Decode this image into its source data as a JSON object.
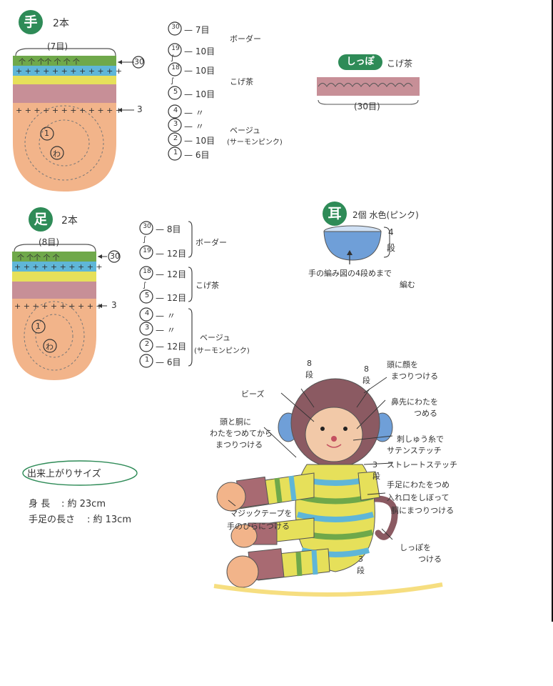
{
  "hand": {
    "badge": "手",
    "count": "2本",
    "top_stitches": "(7目)",
    "row_marker_top": "30",
    "row_marker_mid": "3",
    "center_1": "1",
    "center_wa": "わ",
    "rows": [
      {
        "num": "30",
        "text": "— 7目"
      },
      {
        "num": "19",
        "text": "— 10目"
      },
      {
        "num": "18",
        "text": "— 10目"
      },
      {
        "num": "5",
        "text": "— 10目"
      },
      {
        "num": "4",
        "text": "— 〃"
      },
      {
        "num": "3",
        "text": "— 〃"
      },
      {
        "num": "2",
        "text": "— 10目"
      },
      {
        "num": "1",
        "text": "— 6目"
      }
    ],
    "groups": [
      "ボーダー",
      "こげ茶",
      "ベージュ",
      "(サーモンピンク)"
    ]
  },
  "foot": {
    "badge": "足",
    "count": "2本",
    "top_stitches": "(8目)",
    "row_marker_top": "30",
    "row_marker_mid": "3",
    "center_1": "1",
    "center_wa": "わ",
    "rows": [
      {
        "num": "30",
        "text": "— 8目"
      },
      {
        "num": "19",
        "text": "— 12目"
      },
      {
        "num": "18",
        "text": "— 12目"
      },
      {
        "num": "5",
        "text": "— 12目"
      },
      {
        "num": "4",
        "text": "— 〃"
      },
      {
        "num": "3",
        "text": "— 〃"
      },
      {
        "num": "2",
        "text": "— 12目"
      },
      {
        "num": "1",
        "text": "— 6目"
      }
    ],
    "groups": [
      "ボーダー",
      "こげ茶",
      "ベージュ",
      "(サーモンピンク)"
    ]
  },
  "tail": {
    "title": "しっぽ",
    "color": "こげ茶",
    "stitches": "(30目)"
  },
  "ear": {
    "badge": "耳",
    "desc": "2個 水色(ピンク)",
    "rows_num": "4",
    "rows_unit": "段",
    "note1": "手の編み図の4段めまで",
    "note2": "編む"
  },
  "monkey": {
    "notes": {
      "rows8a": "8",
      "rows8b": "8",
      "dan": "段",
      "face1": "頭に顔を",
      "face2": "まつりつける",
      "beads": "ビーズ",
      "nose1": "鼻先にわたを",
      "nose2": "つめる",
      "head1": "頭と胴に",
      "head2": "わたをつめてから",
      "head3": "まつりつける",
      "emb1": "刺しゅう糸で",
      "emb2": "サテンステッチ",
      "straight": "ストレートステッチ",
      "rows3a": "3",
      "limbs1": "手足にわたをつめ",
      "limbs2": "入れ口をしぼって",
      "limbs3": "胴にまつりつける",
      "magic1": "マジックテープを",
      "magic2": "手のひらにつける",
      "tail1": "しっぽを",
      "tail2": "つける",
      "rows3b": "3"
    }
  },
  "size": {
    "title": "出来上がりサイズ",
    "height_label": "身 長",
    "height_value": ": 約 23cm",
    "limb_label": "手足の長さ",
    "limb_value": ": 約 13cm"
  },
  "colors": {
    "badge": "#2e8b57",
    "green": "#6fa84a",
    "blue": "#5fb6d8",
    "yellow": "#e6e05a",
    "brown": "#a86a72",
    "salmon": "#f2b48a",
    "ear_blue": "#6f9fd8"
  }
}
